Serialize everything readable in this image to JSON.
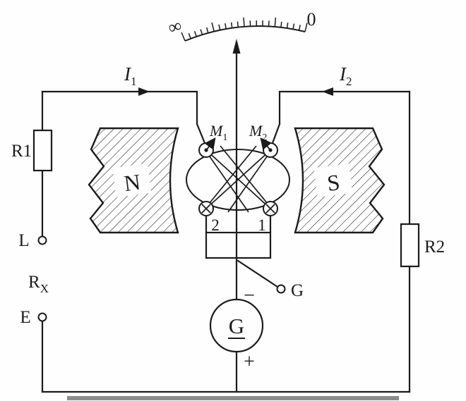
{
  "page": {
    "bg": "#ffffff",
    "ink": "#1b1b1b"
  },
  "scale": {
    "left_label": "∞",
    "right_label": "0",
    "tick_count": 21
  },
  "currents": {
    "i1": {
      "base": "I",
      "sub": "1"
    },
    "i2": {
      "base": "I",
      "sub": "2"
    }
  },
  "components": {
    "r1": "R1",
    "r2": "R2",
    "rx": {
      "base": "R",
      "sub": "X"
    },
    "terminal_l": "L",
    "terminal_e": "E",
    "terminal_g": "G",
    "generator": {
      "label": "G",
      "minus": "−",
      "plus": "+"
    }
  },
  "magnet": {
    "north": "N",
    "south": "S"
  },
  "coil": {
    "m1": {
      "base": "M",
      "sub": "1"
    },
    "m2": {
      "base": "M",
      "sub": "2"
    },
    "lead_left": "2",
    "lead_right": "1"
  }
}
